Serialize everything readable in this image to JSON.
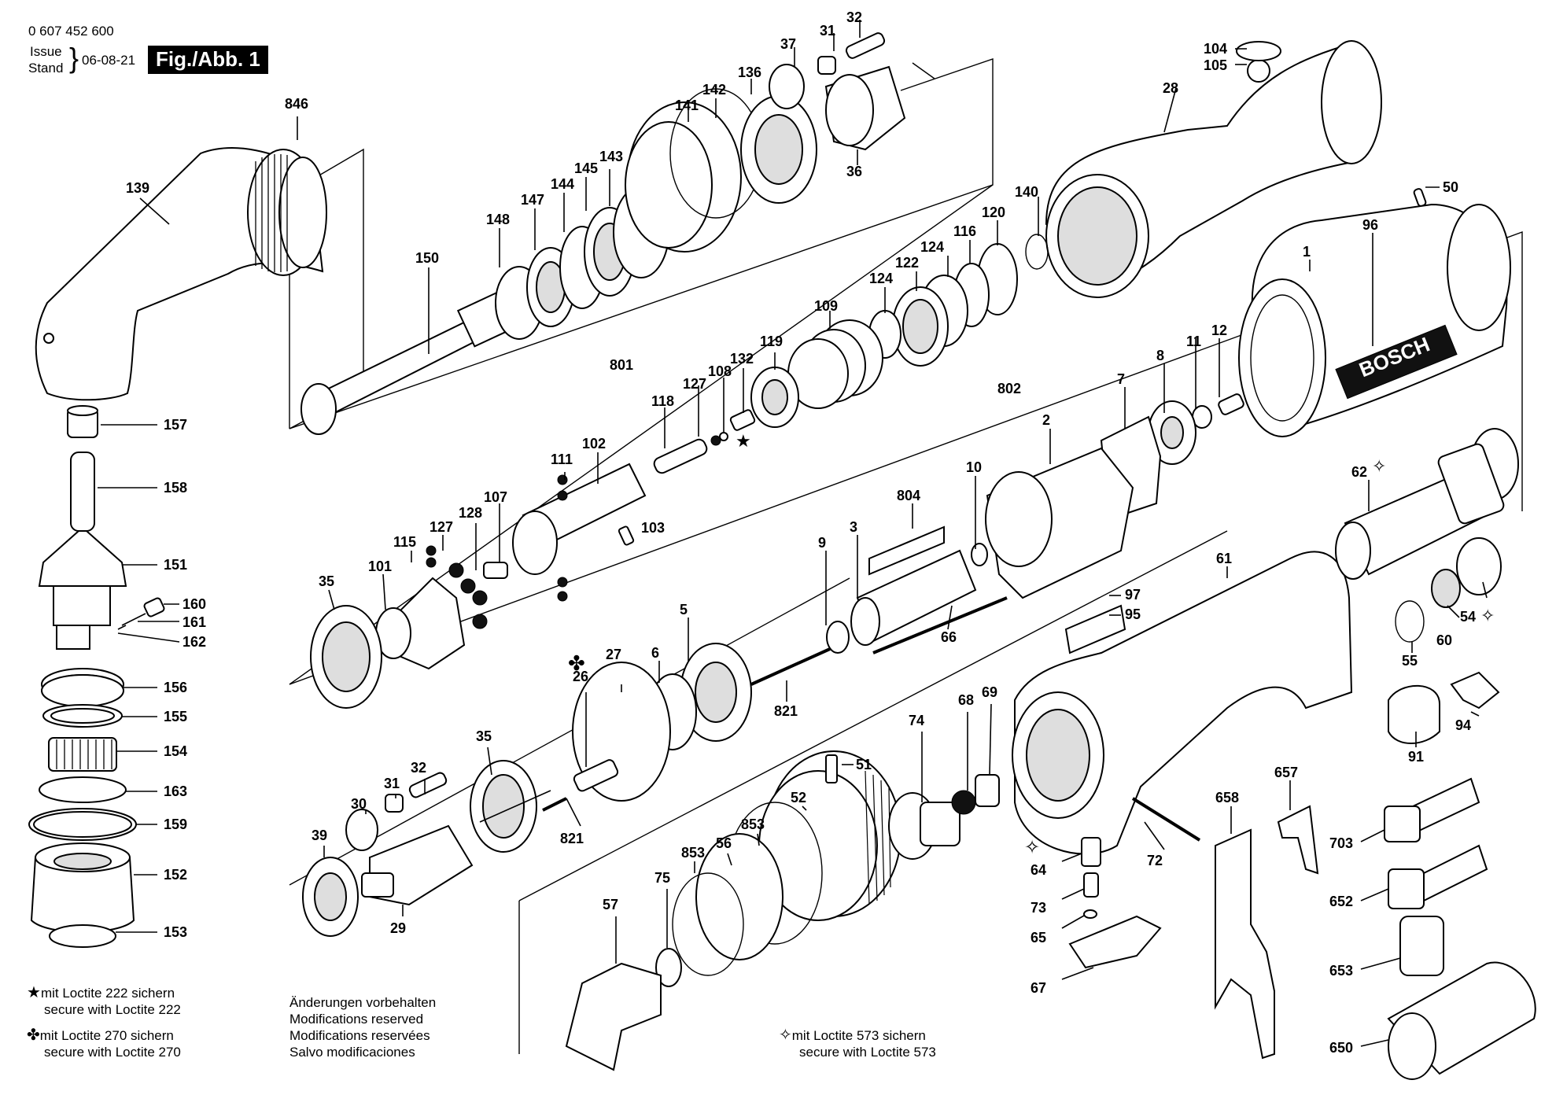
{
  "header": {
    "doc_number": "0 607 452 600",
    "issue_label": "Issue",
    "stand_label": "Stand",
    "issue_date": "06-08-21",
    "figure_label": "Fig./Abb. 1"
  },
  "notes": {
    "star_de": "mit Loctite 222 sichern",
    "star_en": "secure with Loctite 222",
    "club_de": "mit Loctite 270 sichern",
    "club_en": "secure with Loctite 270",
    "mod_de": "Änderungen vorbehalten",
    "mod_en": "Modifications reserved",
    "mod_fr": "Modifications reservées",
    "mod_es": "Salvo modificaciones",
    "diamond_de": "mit Loctite 573 sichern",
    "diamond_en": "secure with Loctite 573"
  },
  "brand": {
    "name": "BOSCH"
  },
  "labels": {
    "l846": "846",
    "l139": "139",
    "l157": "157",
    "l158": "158",
    "l151": "151",
    "l160": "160",
    "l161": "161",
    "l162": "162",
    "l156": "156",
    "l155": "155",
    "l154": "154",
    "l163": "163",
    "l159": "159",
    "l152": "152",
    "l153": "153",
    "l150": "150",
    "l148": "148",
    "l147": "147",
    "l144": "144",
    "l145": "145",
    "l143": "143",
    "l141": "141",
    "l142": "142",
    "l136": "136",
    "l37": "37",
    "l31a": "31",
    "l32a": "32",
    "l36": "36",
    "l104": "104",
    "l105": "105",
    "l28": "28",
    "l140": "140",
    "l120": "120",
    "l116": "116",
    "l124a": "124",
    "l122": "122",
    "l124b": "124",
    "l109": "109",
    "l119": "119",
    "l132": "132",
    "l108": "108",
    "l127a": "127",
    "l118": "118",
    "l801": "801",
    "l102": "102",
    "l111": "111",
    "l103": "103",
    "l107": "107",
    "l128": "128",
    "l127b": "127",
    "l115": "115",
    "l101": "101",
    "l35a": "35",
    "l50": "50",
    "l96": "96",
    "l1": "1",
    "l802": "802",
    "l2": "2",
    "l7": "7",
    "l8": "8",
    "l11": "11",
    "l12": "12",
    "l10": "10",
    "l804": "804",
    "l3": "3",
    "l9": "9",
    "l6": "6",
    "l5": "5",
    "l66": "66",
    "l821a": "821",
    "l62": "62",
    "l61": "61",
    "l97": "97",
    "l95": "95",
    "l54": "54",
    "l60": "60",
    "l55": "55",
    "l94": "94",
    "l91": "91",
    "l26": "26",
    "l27": "27",
    "l35b": "35",
    "l32b": "32",
    "l31b": "31",
    "l30": "30",
    "l39": "39",
    "l29": "29",
    "l821b": "821",
    "l51": "51",
    "l74": "74",
    "l68": "68",
    "l69": "69",
    "l52": "52",
    "l853a": "853",
    "l56": "56",
    "l853b": "853",
    "l75": "75",
    "l57": "57",
    "l72": "72",
    "l64": "64",
    "l73": "73",
    "l65": "65",
    "l67": "67",
    "l657": "657",
    "l658": "658",
    "l703": "703",
    "l652": "652",
    "l653": "653",
    "l650": "650"
  }
}
